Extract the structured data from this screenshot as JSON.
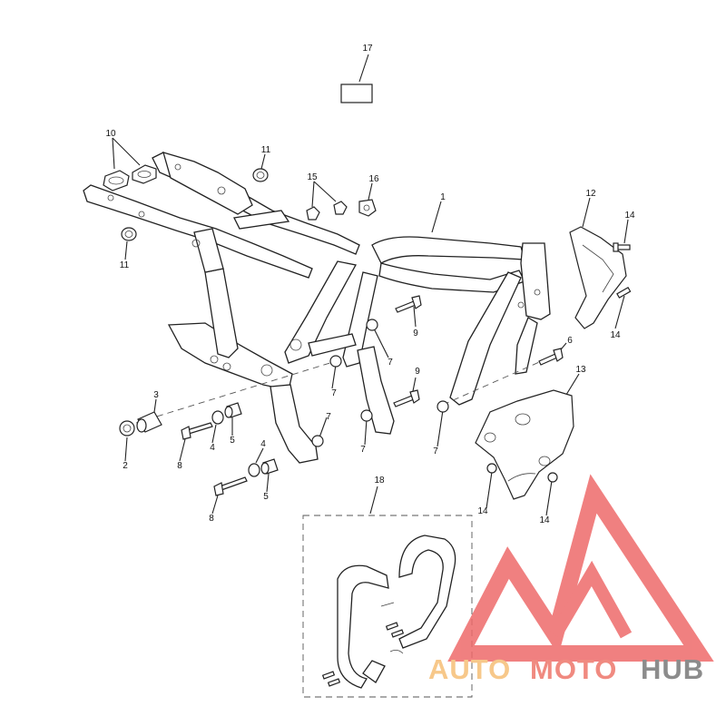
{
  "diagram": {
    "callouts": [
      {
        "id": "c17",
        "text": "17"
      },
      {
        "id": "c10",
        "text": "10"
      },
      {
        "id": "c11a",
        "text": "11"
      },
      {
        "id": "c11b",
        "text": "11"
      },
      {
        "id": "c15",
        "text": "15"
      },
      {
        "id": "c16",
        "text": "16"
      },
      {
        "id": "c1",
        "text": "1"
      },
      {
        "id": "c12",
        "text": "12"
      },
      {
        "id": "c14a",
        "text": "14"
      },
      {
        "id": "c14b",
        "text": "14"
      },
      {
        "id": "c6",
        "text": "6"
      },
      {
        "id": "c9a",
        "text": "9"
      },
      {
        "id": "c9b",
        "text": "9"
      },
      {
        "id": "c7a",
        "text": "7"
      },
      {
        "id": "c7b",
        "text": "7"
      },
      {
        "id": "c7c",
        "text": "7"
      },
      {
        "id": "c7d",
        "text": "7"
      },
      {
        "id": "c7e",
        "text": "7"
      },
      {
        "id": "c13",
        "text": "13"
      },
      {
        "id": "c3",
        "text": "3"
      },
      {
        "id": "c2",
        "text": "2"
      },
      {
        "id": "c8a",
        "text": "8"
      },
      {
        "id": "c4a",
        "text": "4"
      },
      {
        "id": "c5a",
        "text": "5"
      },
      {
        "id": "c4b",
        "text": "4"
      },
      {
        "id": "c5b",
        "text": "5"
      },
      {
        "id": "c8b",
        "text": "8"
      },
      {
        "id": "c18",
        "text": "18"
      },
      {
        "id": "c14c",
        "text": "14"
      },
      {
        "id": "c14d",
        "text": "14"
      }
    ]
  },
  "watermark": {
    "part1": "AUTO",
    "part2": "MOTO",
    "part3": "HUB",
    "colors": {
      "auto": "#f7c88a",
      "moto": "#f08a80",
      "hub": "#8c8c8c",
      "logo": "#ee6a6a"
    }
  }
}
